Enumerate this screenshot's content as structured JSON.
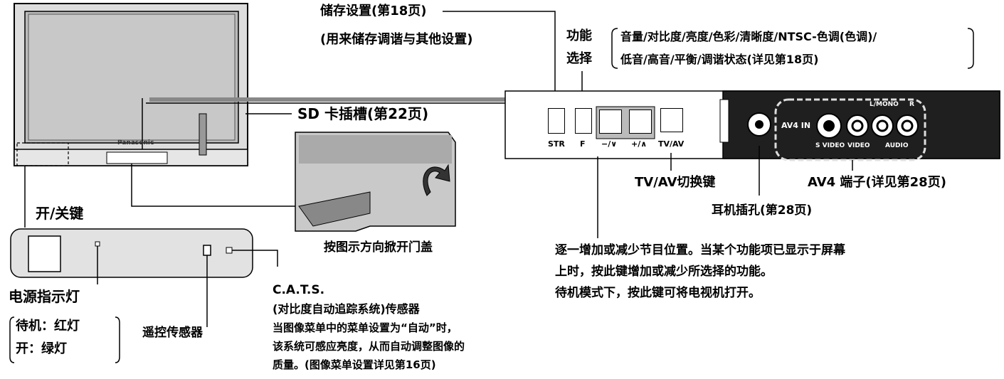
{
  "labels": {
    "store": "储存设置(第18页)",
    "store_sub": "(用来储存调谐与其他设置)",
    "func_l1": "功能",
    "func_l2": "选择",
    "func_list_l1": "音量/对比度/亮度/色彩/清晰度/NTSC-色调(色调)/",
    "func_list_l2": "低音/高音/平衡/调谐状态(详见第18页)",
    "sd_slot": "SD 卡插槽(第22页)",
    "power_key": "开/关键",
    "open_door": "按图示方向掀开门盖",
    "tvav_key": "TV/AV切换键",
    "av4": "AV4 端子(详见第28页)",
    "earphone": "耳机插孔(第28页)",
    "updown_l1": "逐一增加或减少节目位置。当某个功能项已显示于屏幕",
    "updown_l2": "上时，按此键增加或减少所选择的功能。",
    "updown_l3": "待机模式下，按此键可将电视机打开。",
    "power_ind": "电源指示灯",
    "standby": "待机：红灯",
    "on": "开：绿灯",
    "remote_sensor": "遥控传感器",
    "cats": "C.A.T.S.",
    "cats_sub": "(对比度自动追踪系统)传感器",
    "cats_d1": "当图像菜单中的菜单设置为“自动”时，",
    "cats_d2": "该系统可感应亮度，从而自动调整图像的",
    "cats_d3": "质量。(图像菜单设置详见第16页)"
  },
  "panel": {
    "btn_str": "STR",
    "btn_f": "F",
    "btn_minus": "−/∨",
    "btn_plus": "+/∧",
    "btn_tvav": "TV/AV",
    "av4_in": "AV4 IN",
    "svideo": "S VIDEO",
    "video": "VIDEO",
    "audio": "AUDIO",
    "lmono": "L/MONO",
    "r": "R"
  },
  "tv": {
    "brand": "Panasonic"
  }
}
